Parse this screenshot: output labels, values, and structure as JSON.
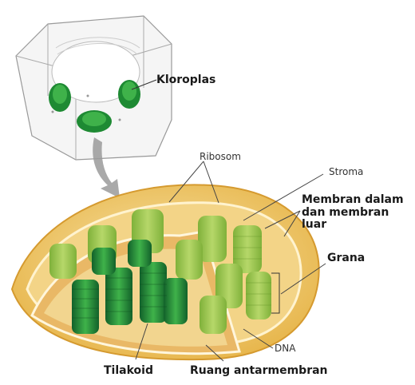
{
  "labels": {
    "kloroplas": "Kloroplas",
    "ribosom": "Ribosom",
    "stroma": "Stroma",
    "membran": "Membran dalam\ndan membran\nluar",
    "grana": "Grana",
    "dna": "DNA",
    "tilakoid": "Tilakoid",
    "ruang": "Ruang antarmembran"
  },
  "colors": {
    "outer_membrane": "#e7b54a",
    "stroma": "#f3d487",
    "inner_membrane": "#f6e7bf",
    "thylakoid_dark": "#1f7a2c",
    "thylakoid_light": "#8bc34a",
    "leaf_chloroplast": "#1e8a33",
    "arrow": "#9a9a9a",
    "line": "#555555"
  }
}
